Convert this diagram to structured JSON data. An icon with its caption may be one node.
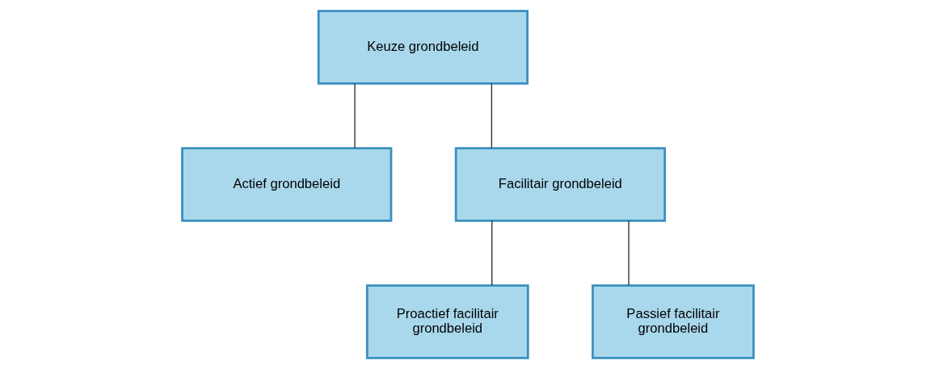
{
  "diagram": {
    "nodes": [
      {
        "text": [
          "Keuze grondbeleid"
        ]
      },
      {
        "text": [
          "Actief grondbeleid"
        ]
      },
      {
        "text": [
          "Facilitair grondbeleid"
        ]
      },
      {
        "text": [
          "Proactief facilitair grondbeleid"
        ]
      },
      {
        "text": [
          "Passief facilitair grondbeleid"
        ]
      }
    ],
    "edges": [
      {
        "from": 0,
        "to": 1,
        "arrow": "none"
      },
      {
        "from": 0,
        "to": 2,
        "arrow": "none"
      },
      {
        "from": 2,
        "to": 3,
        "arrow": "none"
      },
      {
        "from": 2,
        "to": 4,
        "arrow": "none"
      }
    ]
  }
}
